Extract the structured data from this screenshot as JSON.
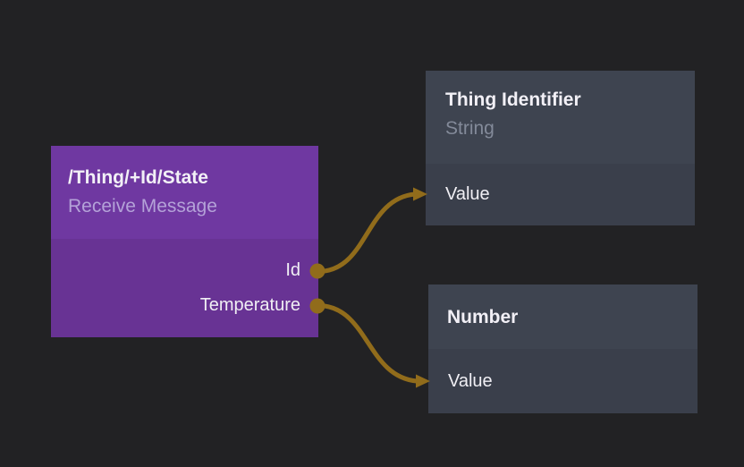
{
  "colors": {
    "background": "#222224",
    "wire": "#916c1b",
    "purple_header": "#6f38a1",
    "purple_body": "#683394",
    "purple_subtitle": "#b4a2d8",
    "gray_header": "#3e4450",
    "gray_body": "#3a3f4b",
    "gray_subtitle": "#838a99",
    "title_text": "#f2f0f6",
    "port_text": "#f0eff4"
  },
  "nodes": {
    "receive_message": {
      "title": "/Thing/+Id/State",
      "subtitle": "Receive Message",
      "outputs": [
        {
          "label": "Id"
        },
        {
          "label": "Temperature"
        }
      ]
    },
    "thing_identifier": {
      "title": "Thing Identifier",
      "subtitle": "String",
      "inputs": [
        {
          "label": "Value"
        }
      ]
    },
    "number": {
      "title": "Number",
      "inputs": [
        {
          "label": "Value"
        }
      ]
    }
  },
  "connections": [
    {
      "from_node": "/Thing/+Id/State",
      "from_port": "Id",
      "to_node": "Thing Identifier",
      "to_port": "Value"
    },
    {
      "from_node": "/Thing/+Id/State",
      "from_port": "Temperature",
      "to_node": "Number",
      "to_port": "Value"
    }
  ]
}
